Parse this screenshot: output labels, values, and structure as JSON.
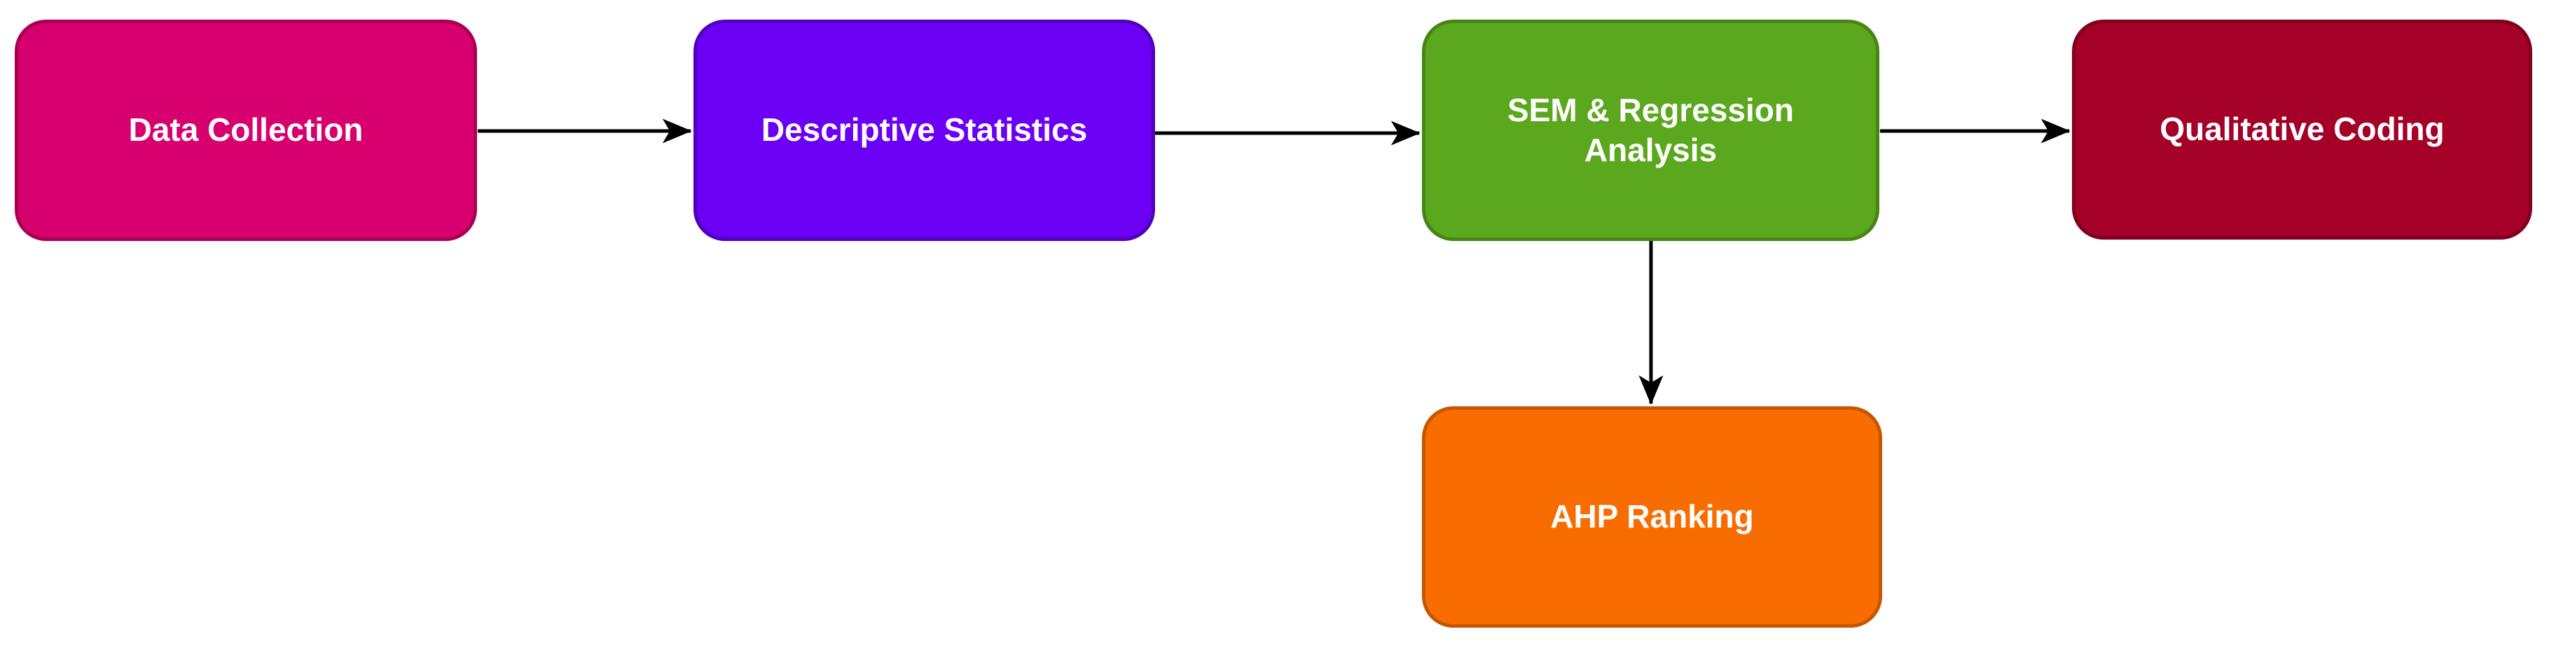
{
  "diagram": {
    "background_color": "#FFFFFF",
    "arrow_color": "#000000",
    "nodes": [
      {
        "id": "data-collection",
        "label": "Data Collection",
        "fill": "#D8006E",
        "border": "#AA0053",
        "text_color": "#FFFFFF"
      },
      {
        "id": "descriptive-statistics",
        "label": "Descriptive Statistics",
        "fill": "#6B00F5",
        "border": "#5300BE",
        "text_color": "#FFFFFF"
      },
      {
        "id": "sem-regression-analysis",
        "label": "SEM & Regression Analysis",
        "fill": "#5BA81E",
        "border": "#488517",
        "text_color": "#FFFFFF"
      },
      {
        "id": "qualitative-coding",
        "label": "Qualitative Coding",
        "fill": "#A40028",
        "border": "#80001F",
        "text_color": "#FFFFFF"
      },
      {
        "id": "ahp-ranking",
        "label": "AHP Ranking",
        "fill": "#F96D00",
        "border": "#C65600",
        "text_color": "#FFFFFF"
      }
    ],
    "edges": [
      {
        "from": "data-collection",
        "to": "descriptive-statistics",
        "direction": "right"
      },
      {
        "from": "descriptive-statistics",
        "to": "sem-regression-analysis",
        "direction": "right"
      },
      {
        "from": "sem-regression-analysis",
        "to": "qualitative-coding",
        "direction": "right"
      },
      {
        "from": "sem-regression-analysis",
        "to": "ahp-ranking",
        "direction": "down"
      }
    ]
  }
}
